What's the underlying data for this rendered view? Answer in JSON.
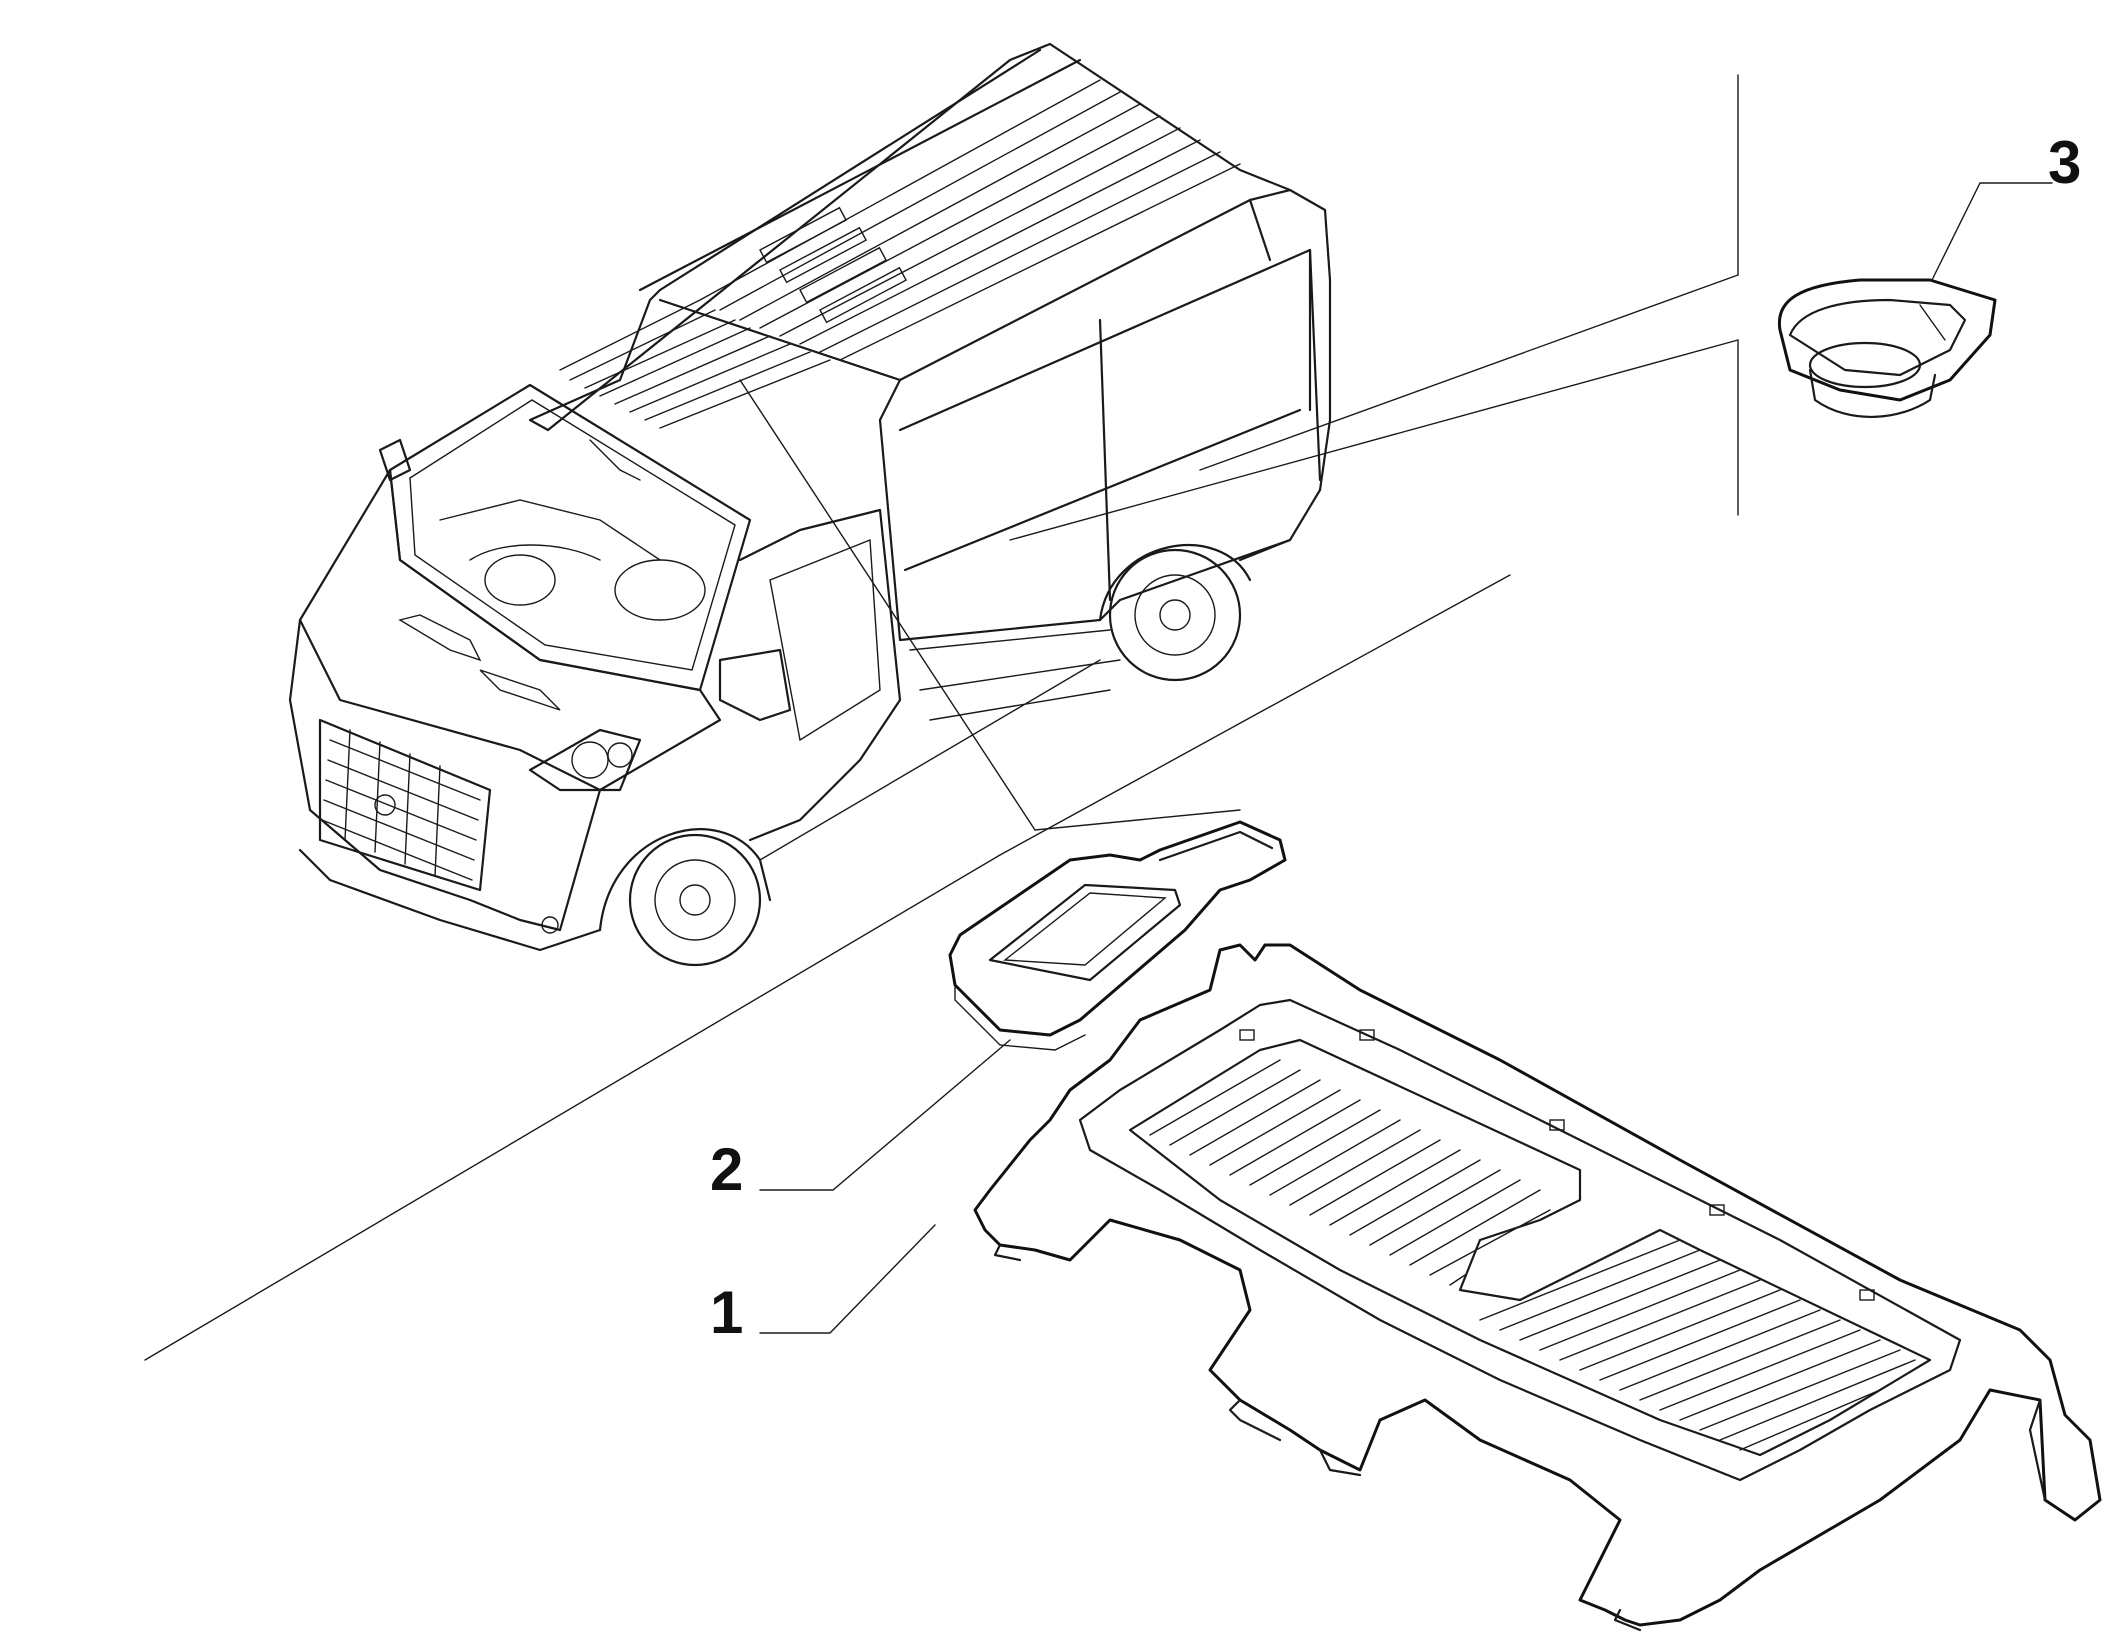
{
  "diagram": {
    "parts": [
      {
        "id": "part-1",
        "callout": "1"
      },
      {
        "id": "part-2",
        "callout": "2"
      },
      {
        "id": "part-3",
        "callout": "3"
      }
    ]
  }
}
